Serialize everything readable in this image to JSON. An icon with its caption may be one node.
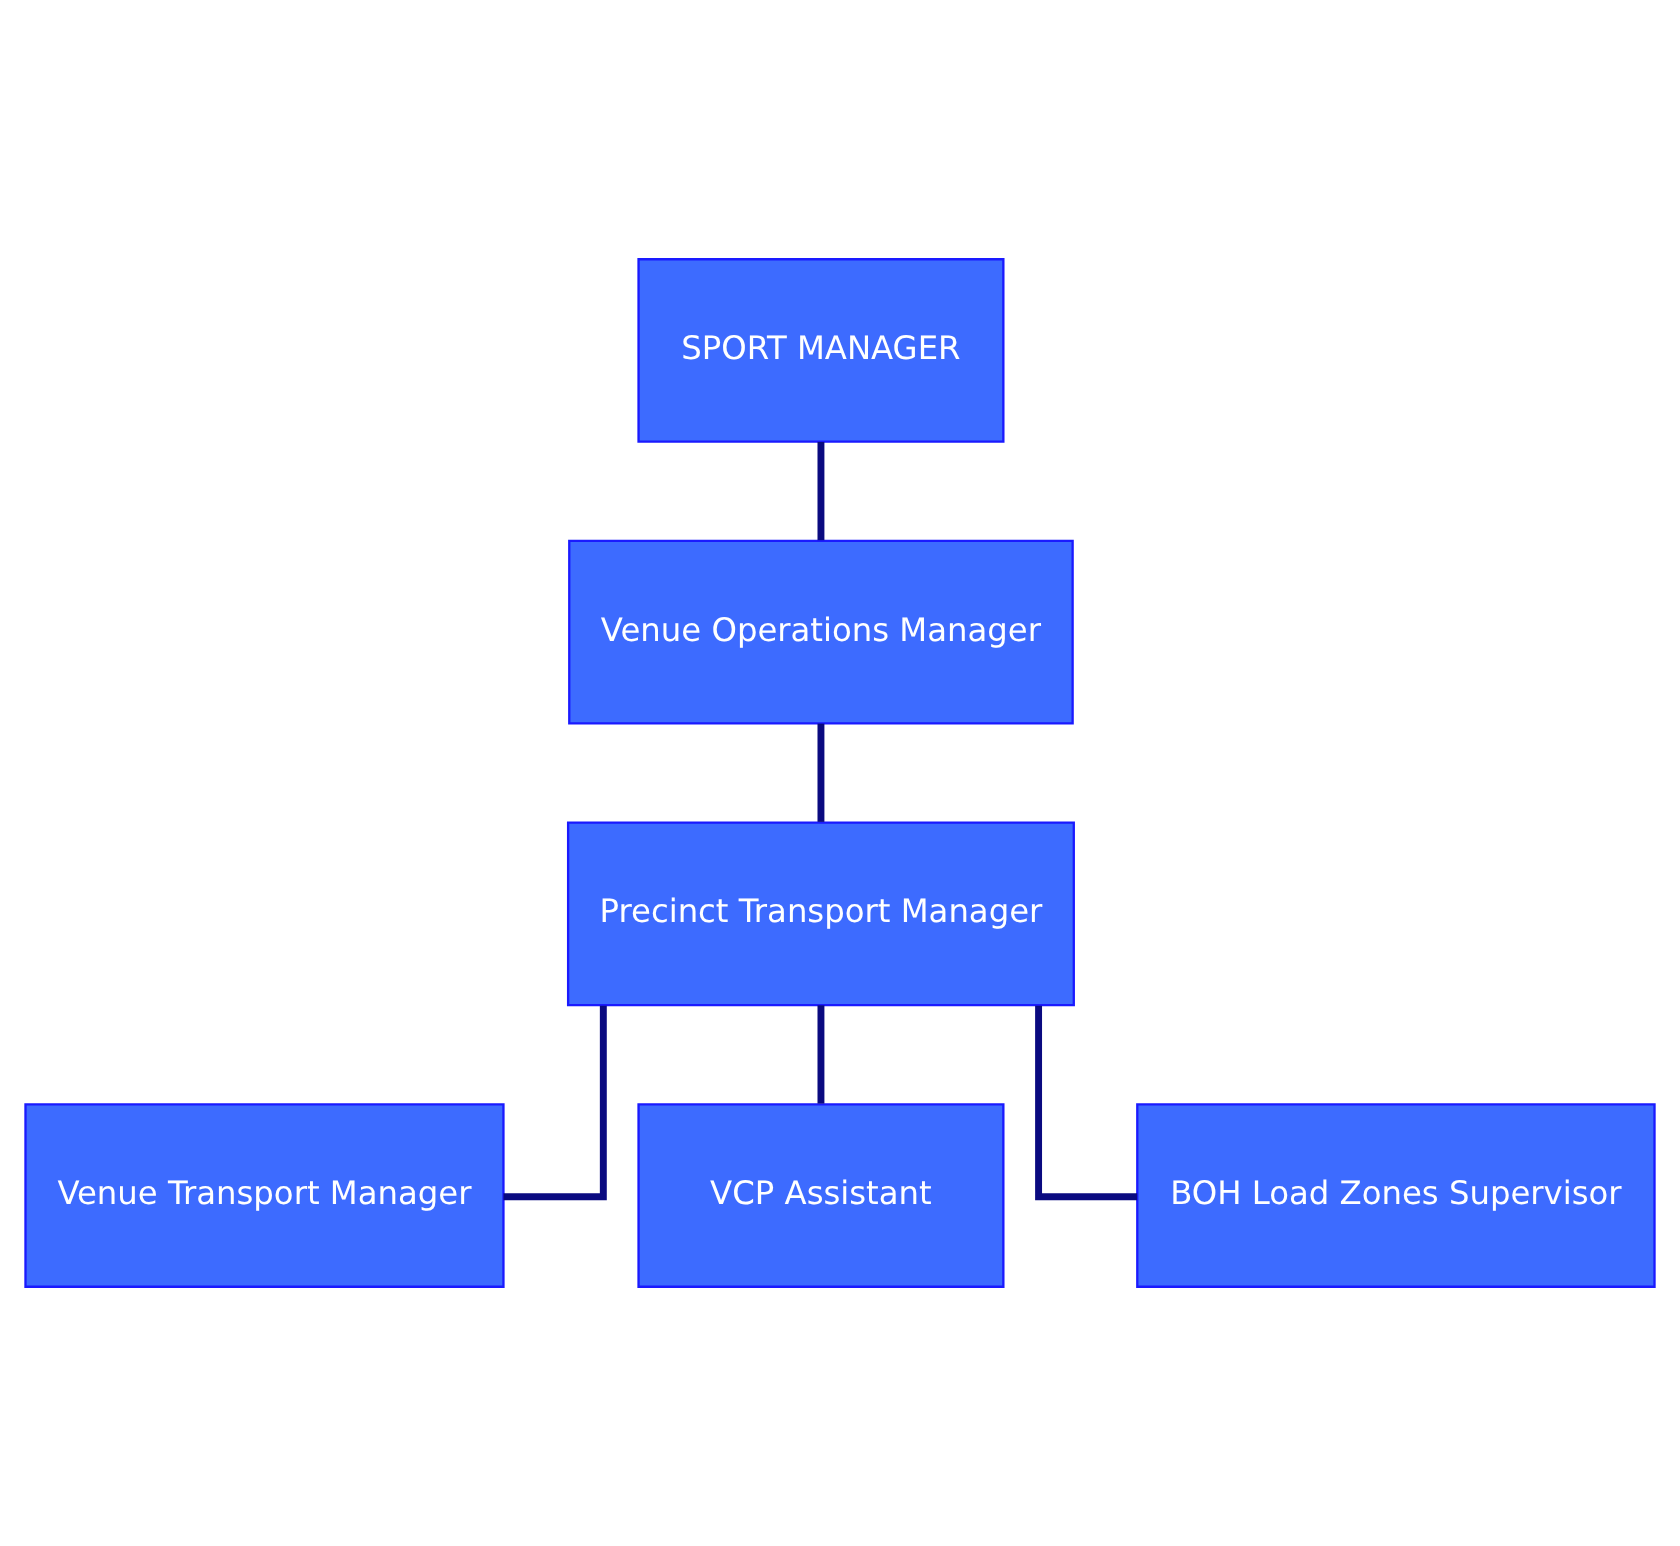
{
  "diagram": {
    "nodes": [
      {
        "text": [
          "SPORT MANAGER"
        ]
      },
      {
        "text": [
          "Venue Operations Manager"
        ]
      },
      {
        "text": [
          "Precinct Transport Manager"
        ]
      },
      {
        "text": [
          "Venue Transport Manager"
        ]
      },
      {
        "text": [
          "VCP Assistant"
        ]
      },
      {
        "text": [
          "BOH Load Zones Supervisor"
        ]
      }
    ],
    "edges": [
      {
        "from": 0,
        "to": 1,
        "arrow": "none"
      },
      {
        "from": 1,
        "to": 2,
        "arrow": "none"
      },
      {
        "from": 2,
        "to": 3,
        "arrow": "none"
      },
      {
        "from": 2,
        "to": 4,
        "arrow": "none"
      },
      {
        "from": 2,
        "to": 5,
        "arrow": "none"
      }
    ]
  }
}
